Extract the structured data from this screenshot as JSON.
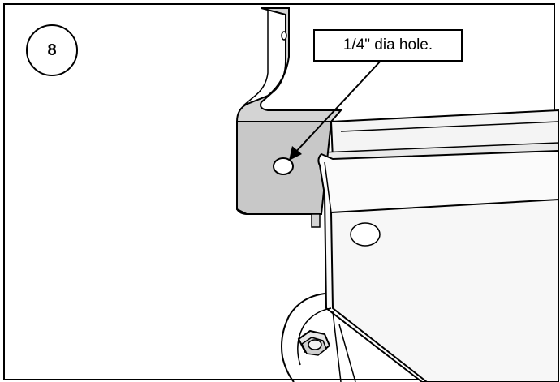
{
  "step": {
    "number": "8"
  },
  "callout": {
    "label": "1/4\" dia hole."
  },
  "colors": {
    "bracket_fill": "#d9d9d9",
    "bracket_inner": "#bdbdbd",
    "panel_fill": "#f7f7f7",
    "line": "#000000",
    "background": "#ffffff"
  },
  "icons": [
    "mounting-bracket",
    "dia-hole",
    "pointer-arrow",
    "hex-bolt",
    "panel-edge"
  ]
}
